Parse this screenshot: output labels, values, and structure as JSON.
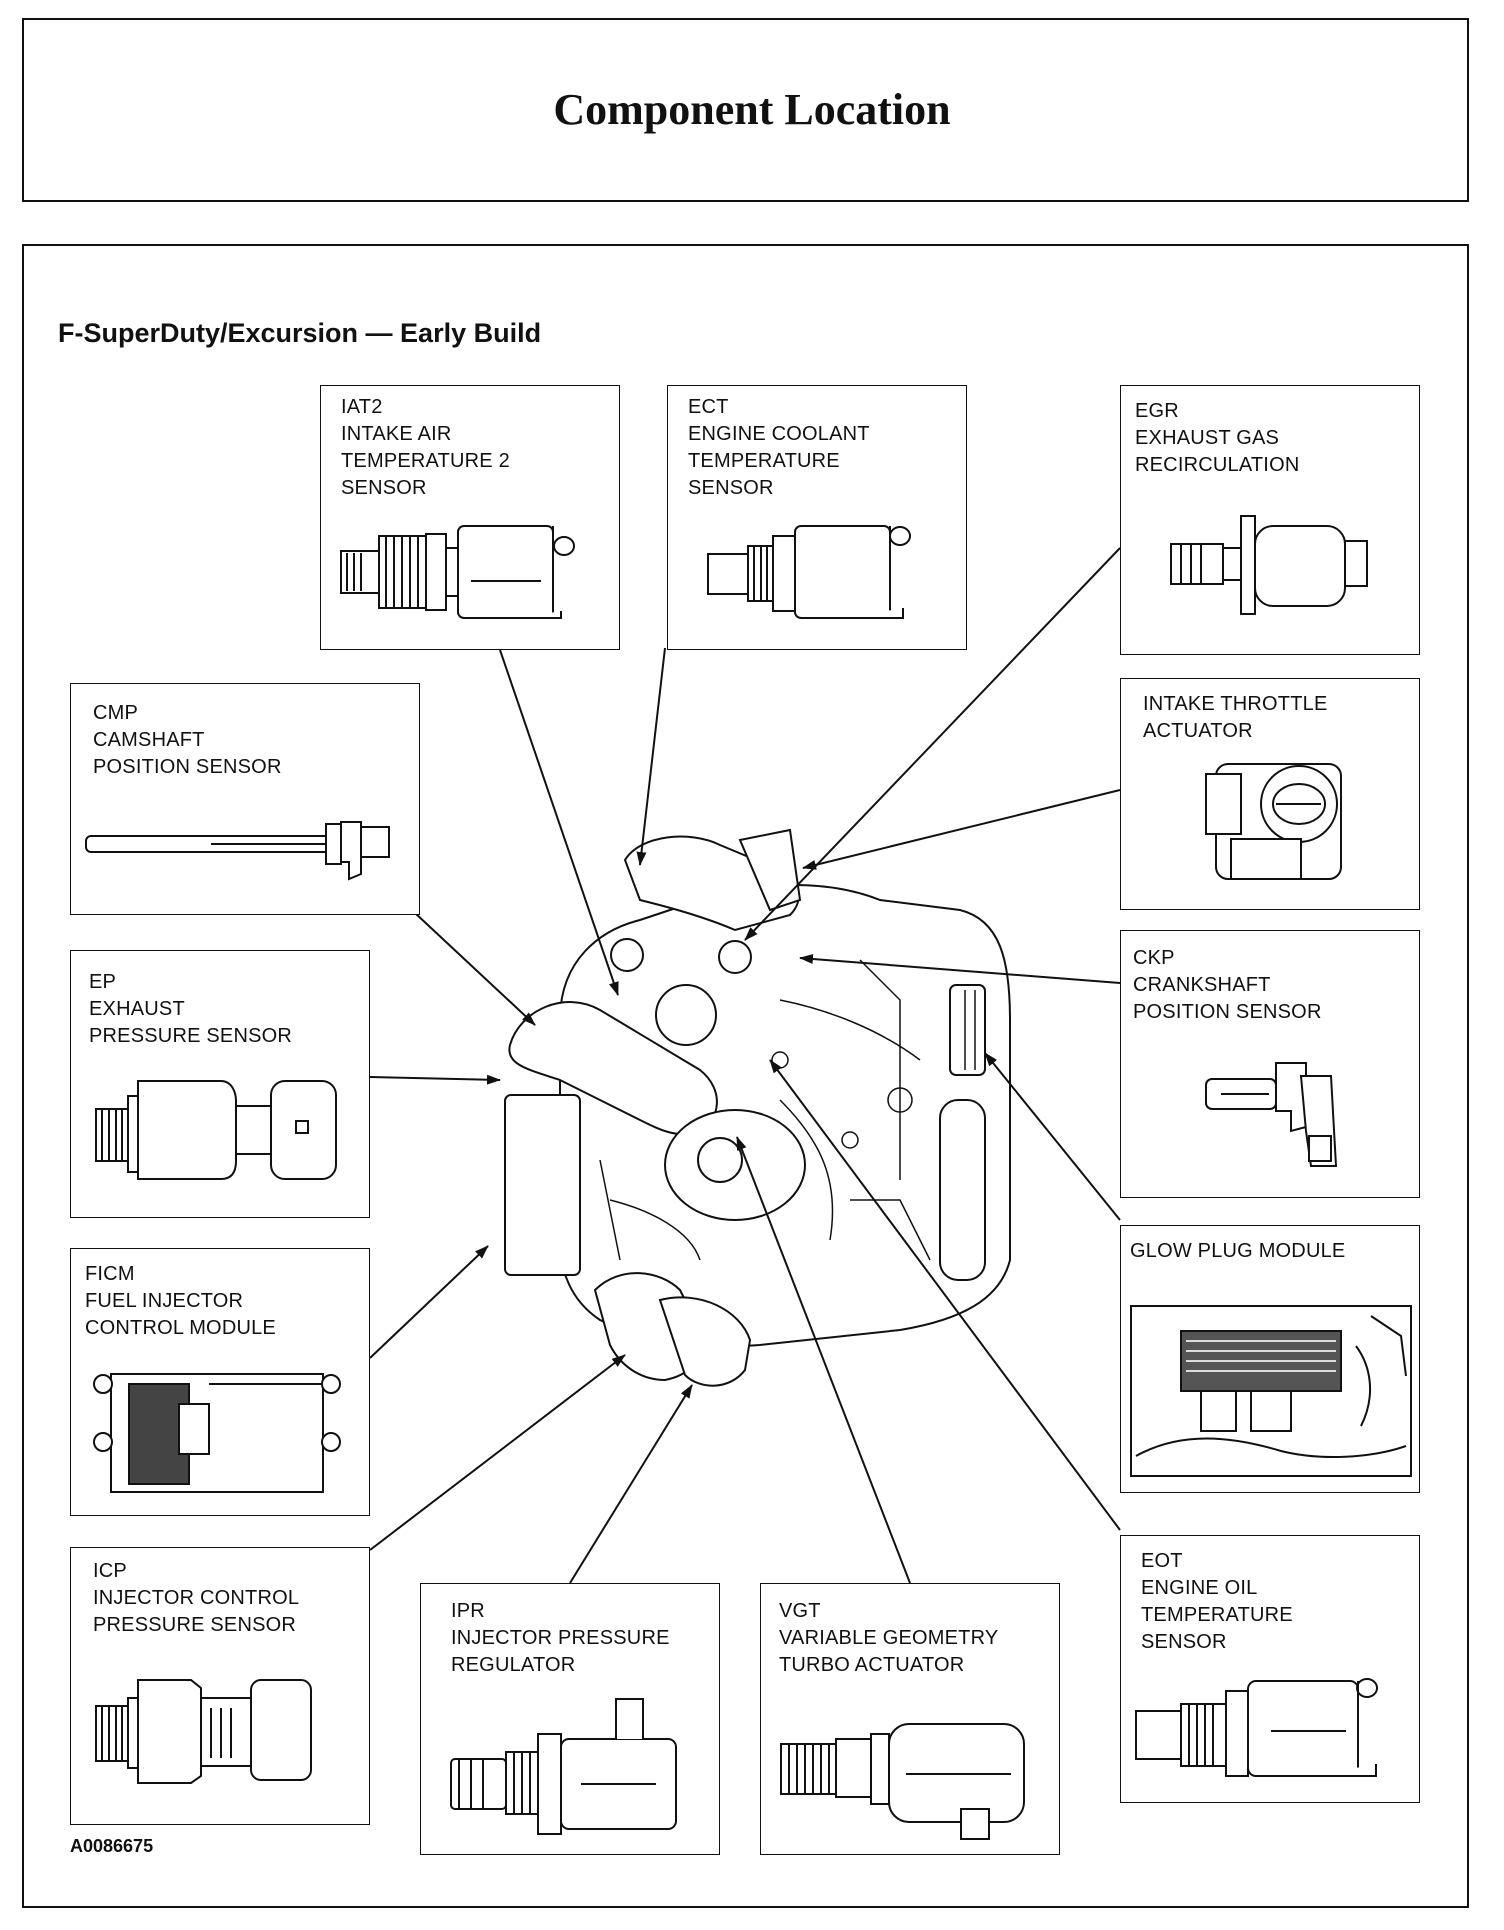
{
  "header": {
    "title": "Component Location"
  },
  "diagram": {
    "subtitle": "F-SuperDuty/Excursion — Early Build",
    "figure_id": "A0086675",
    "components": {
      "iat2": {
        "lines": [
          "IAT2",
          "INTAKE AIR",
          "TEMPERATURE 2",
          "SENSOR"
        ]
      },
      "ect": {
        "lines": [
          "ECT",
          "ENGINE COOLANT",
          "TEMPERATURE",
          "SENSOR"
        ]
      },
      "egr": {
        "lines": [
          "EGR",
          "EXHAUST GAS",
          "RECIRCULATION"
        ]
      },
      "cmp": {
        "lines": [
          "CMP",
          "CAMSHAFT",
          "POSITION SENSOR"
        ]
      },
      "ita": {
        "lines": [
          "INTAKE THROTTLE",
          "ACTUATOR"
        ]
      },
      "ep": {
        "lines": [
          "EP",
          "EXHAUST",
          "PRESSURE SENSOR"
        ]
      },
      "ckp": {
        "lines": [
          "CKP",
          "CRANKSHAFT",
          "POSITION SENSOR"
        ]
      },
      "ficm": {
        "lines": [
          "FICM",
          "FUEL INJECTOR",
          "CONTROL MODULE"
        ]
      },
      "gpm": {
        "lines": [
          "GLOW PLUG  MODULE"
        ]
      },
      "icp": {
        "lines": [
          "ICP",
          "INJECTOR CONTROL",
          "PRESSURE SENSOR"
        ]
      },
      "ipr": {
        "lines": [
          "IPR",
          "INJECTOR PRESSURE",
          "REGULATOR"
        ]
      },
      "vgt": {
        "lines": [
          "VGT",
          "VARIABLE GEOMETRY",
          "TURBO ACTUATOR"
        ]
      },
      "eot": {
        "lines": [
          "EOT",
          "ENGINE OIL",
          "TEMPERATURE",
          "SENSOR"
        ]
      }
    }
  }
}
